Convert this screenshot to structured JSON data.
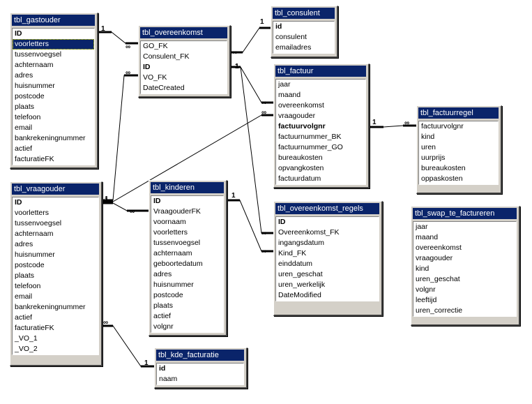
{
  "tables": [
    {
      "id": "gastouder",
      "title": "tbl_gastouder",
      "fields": [
        "ID",
        "voorletters",
        "tussenvoegsel",
        "achternaam",
        "adres",
        "huisnummer",
        "postcode",
        "plaats",
        "telefoon",
        "email",
        "bankrekeningnummer",
        "actief",
        "facturatieFK"
      ],
      "bold": [
        0
      ],
      "selected": 1
    },
    {
      "id": "overeenkomst",
      "title": "tbl_overeenkomst",
      "fields": [
        "GO_FK",
        "Consulent_FK",
        "ID",
        "VO_FK",
        "DateCreated"
      ],
      "bold": [
        2
      ]
    },
    {
      "id": "consulent",
      "title": "tbl_consulent",
      "fields": [
        "id",
        "consulent",
        "emailadres"
      ],
      "bold": [
        0
      ]
    },
    {
      "id": "factuur",
      "title": "tbl_factuur",
      "fields": [
        "jaar",
        "maand",
        "overeenkomst",
        "vraagouder",
        "factuurvolgnr",
        "factuurnummer_BK",
        "factuurnummer_GO",
        "bureaukosten",
        "opvangkosten",
        "factuurdatum"
      ],
      "bold": [
        4
      ]
    },
    {
      "id": "factuurregel",
      "title": "tbl_factuurregel",
      "fields": [
        "factuurvolgnr",
        "kind",
        "uren",
        "uurprijs",
        "bureaukosten",
        "oppaskosten"
      ],
      "bold": []
    },
    {
      "id": "vraagouder",
      "title": "tbl_vraagouder",
      "fields": [
        "ID",
        "voorletters",
        "tussenvoegsel",
        "achternaam",
        "adres",
        "huisnummer",
        "postcode",
        "plaats",
        "telefoon",
        "email",
        "bankrekeningnummer",
        "actief",
        "facturatieFK",
        "_VO_1",
        "_VO_2"
      ],
      "bold": [
        0
      ]
    },
    {
      "id": "kinderen",
      "title": "tbl_kinderen",
      "fields": [
        "ID",
        "VraagouderFK",
        "voornaam",
        "voorletters",
        "tussenvoegsel",
        "achternaam",
        "geboortedatum",
        "adres",
        "huisnummer",
        "postcode",
        "plaats",
        "actief",
        "volgnr"
      ],
      "bold": [
        0
      ]
    },
    {
      "id": "overeenkomst_regels",
      "title": "tbl_overeenkomst_regels",
      "fields": [
        "ID",
        "Overeenkomst_FK",
        "ingangsdatum",
        "Kind_FK",
        "einddatum",
        "uren_geschat",
        "uren_werkelijk",
        "DateModified"
      ],
      "bold": [
        0
      ]
    },
    {
      "id": "swap",
      "title": "tbl_swap_te_factureren",
      "fields": [
        "jaar",
        "maand",
        "overeenkomst",
        "vraagouder",
        "kind",
        "uren_geschat",
        "volgnr",
        "leeftijd",
        "uren_correctie"
      ],
      "bold": []
    },
    {
      "id": "kde_facturatie",
      "title": "tbl_kde_facturatie",
      "fields": [
        "id",
        "naam"
      ],
      "bold": [
        0
      ]
    }
  ],
  "relationships": [
    {
      "from": "gastouder",
      "to": "overeenkomst",
      "from_label": "1",
      "to_label": "∞"
    },
    {
      "from": "consulent",
      "to": "overeenkomst",
      "from_label": "1",
      "to_label": "∞"
    },
    {
      "from": "vraagouder",
      "to": "overeenkomst",
      "from_label": "1",
      "to_label": "∞"
    },
    {
      "from": "overeenkomst",
      "to": "factuur",
      "from_label": "1",
      "to_label": "∞"
    },
    {
      "from": "overeenkomst",
      "to": "overeenkomst_regels",
      "from_label": "1",
      "to_label": "∞"
    },
    {
      "from": "vraagouder",
      "to": "factuur",
      "from_label": "1",
      "to_label": "∞"
    },
    {
      "from": "vraagouder",
      "to": "kinderen",
      "from_label": "1",
      "to_label": "∞"
    },
    {
      "from": "kinderen",
      "to": "overeenkomst_regels",
      "from_label": "1",
      "to_label": "∞"
    },
    {
      "from": "factuur",
      "to": "factuurregel",
      "from_label": "1",
      "to_label": "∞"
    },
    {
      "from": "kde_facturatie",
      "to": "vraagouder",
      "from_label": "1",
      "to_label": "∞"
    }
  ]
}
